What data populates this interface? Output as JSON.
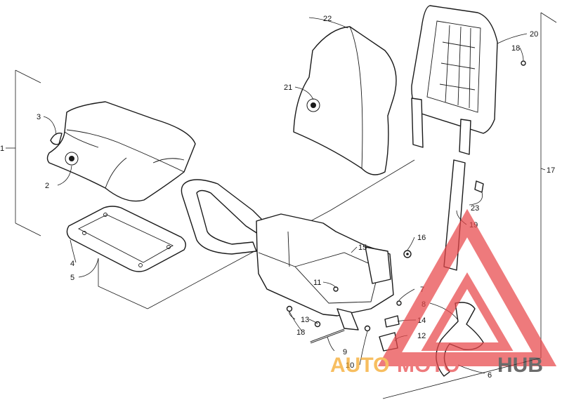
{
  "callouts": [
    {
      "id": "c1",
      "text": "1"
    },
    {
      "id": "c2",
      "text": "2"
    },
    {
      "id": "c3",
      "text": "3"
    },
    {
      "id": "c4",
      "text": "4"
    },
    {
      "id": "c5",
      "text": "5"
    },
    {
      "id": "c6",
      "text": "6"
    },
    {
      "id": "c7",
      "text": "7"
    },
    {
      "id": "c8",
      "text": "8"
    },
    {
      "id": "c9",
      "text": "9"
    },
    {
      "id": "c10",
      "text": "10"
    },
    {
      "id": "c11",
      "text": "11"
    },
    {
      "id": "c12",
      "text": "12"
    },
    {
      "id": "c13",
      "text": "13"
    },
    {
      "id": "c14",
      "text": "14"
    },
    {
      "id": "c15",
      "text": "15"
    },
    {
      "id": "c16",
      "text": "16"
    },
    {
      "id": "c17",
      "text": "17"
    },
    {
      "id": "c18a",
      "text": "18"
    },
    {
      "id": "c18b",
      "text": "18"
    },
    {
      "id": "c19",
      "text": "19"
    },
    {
      "id": "c20",
      "text": "20"
    },
    {
      "id": "c21",
      "text": "21"
    },
    {
      "id": "c22",
      "text": "22"
    },
    {
      "id": "c23",
      "text": "23"
    }
  ],
  "watermark": {
    "part1": "AUTO",
    "part2": "MOTO",
    "part3": "HUB",
    "color_orange": "#f5a623",
    "color_red": "#e8474a",
    "color_dark": "#333333"
  }
}
